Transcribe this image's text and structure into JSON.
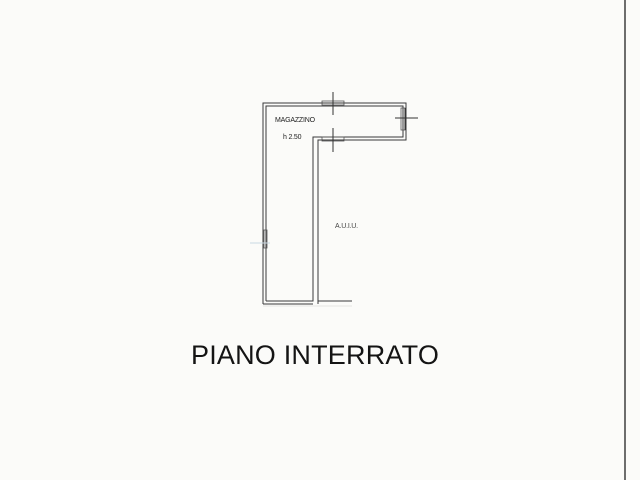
{
  "drawing": {
    "title": "PIANO INTERRATO",
    "rooms": [
      {
        "name": "MAGAZZINO",
        "height_label": "h 2.50"
      },
      {
        "name": "A.U.I.U."
      }
    ]
  },
  "colors": {
    "background": "#fbfbf9",
    "wall": "#3a3a3a",
    "text": "#141414",
    "page_edge": "#222222"
  }
}
